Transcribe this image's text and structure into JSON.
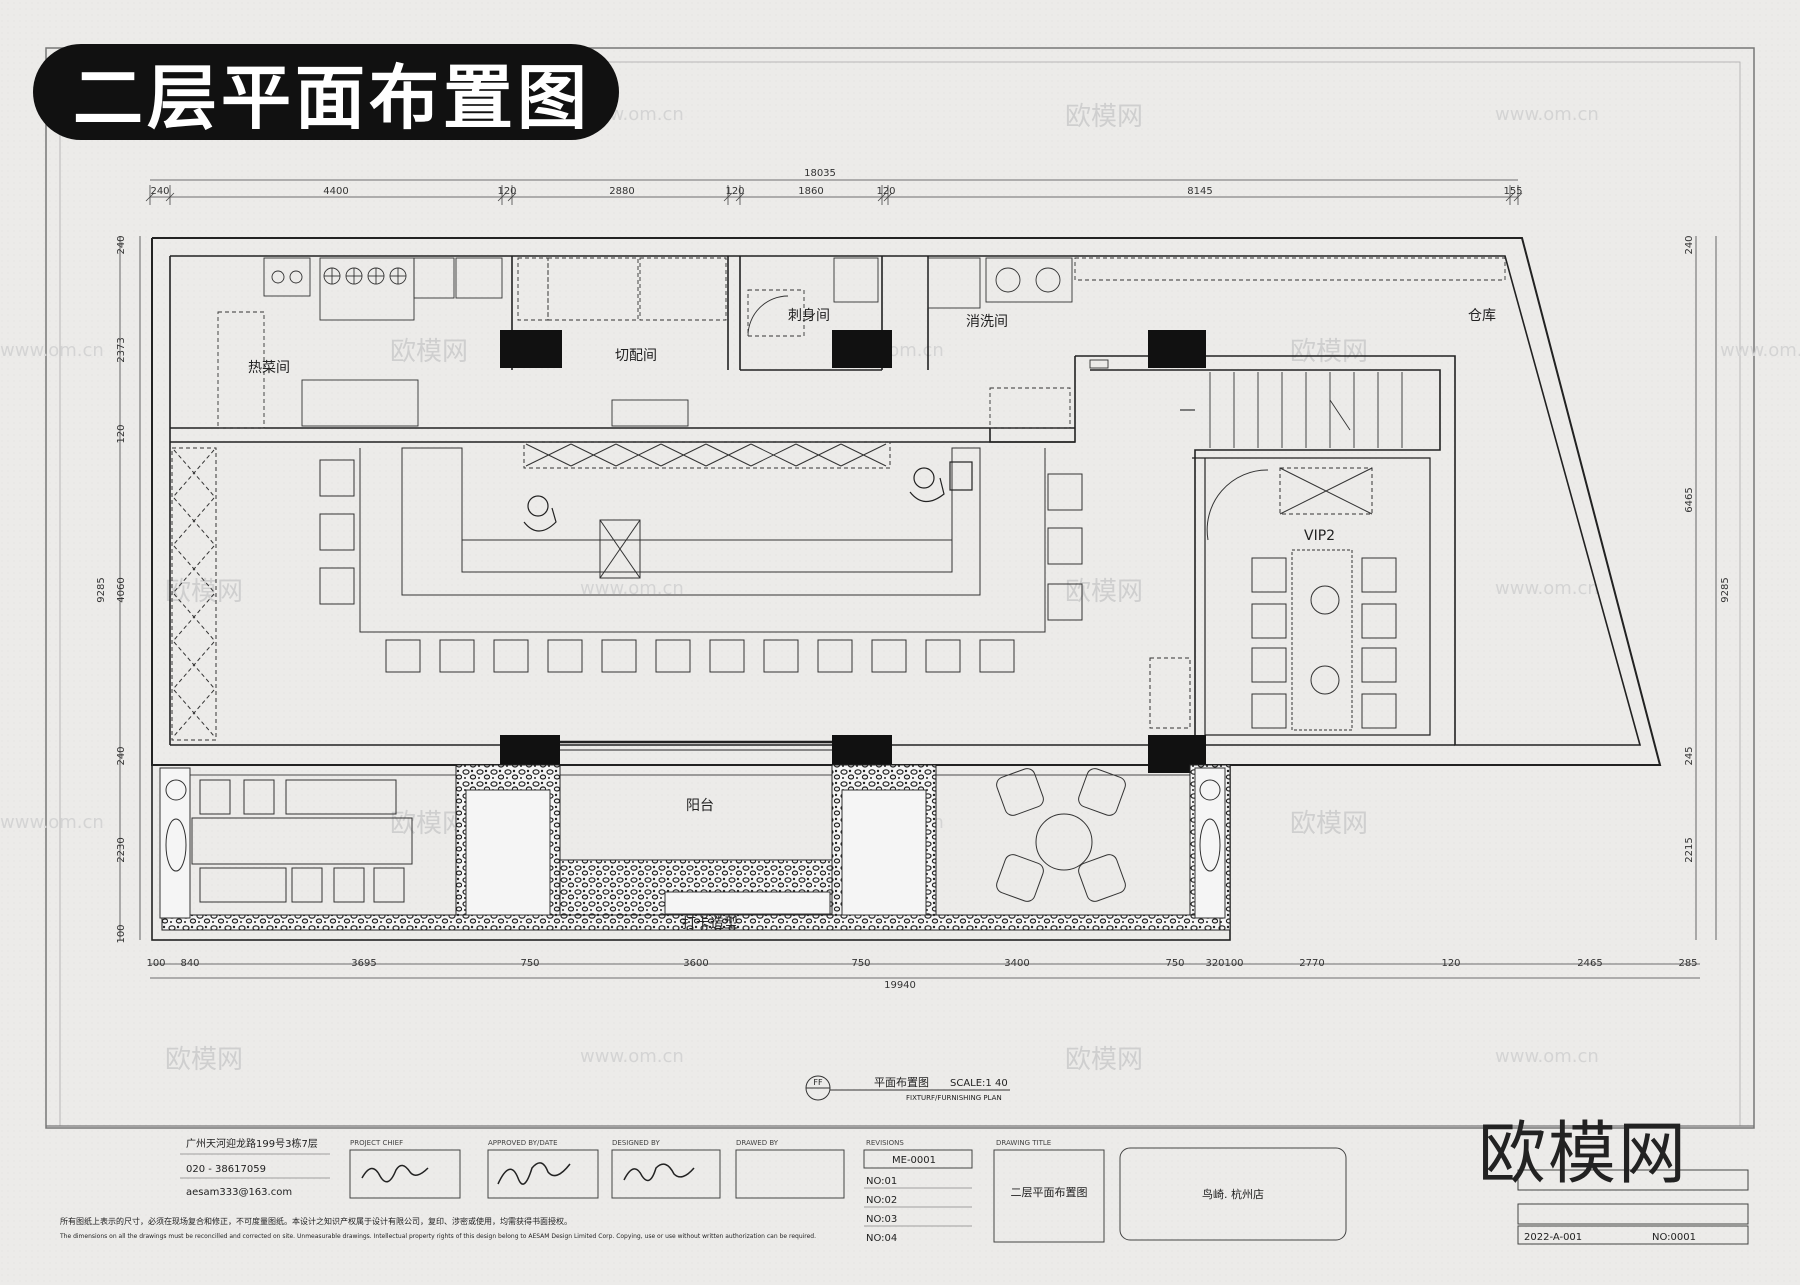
{
  "badge_title": "二层平面布置图",
  "dimensions": {
    "top_total": "18035",
    "top": [
      "240",
      "4400",
      "120",
      "2880",
      "120",
      "1860",
      "120",
      "8145",
      "155"
    ],
    "bottom_total": "19940",
    "bottom": [
      "100",
      "840",
      "3695",
      "750",
      "3600",
      "750",
      "3400",
      "750",
      "320",
      "100",
      "2770",
      "120",
      "2465",
      "285"
    ],
    "left_total": "9285",
    "left": [
      "240",
      "2373",
      "120",
      "4060",
      "240",
      "2230",
      "100"
    ],
    "right_total": "9285",
    "right": [
      "240",
      "6465",
      "245",
      "2215"
    ]
  },
  "rooms": {
    "hot_kitchen": "热菜间",
    "prep_room": "切配间",
    "sashimi_room": "刺身间",
    "wash_room": "消洗间",
    "storage": "仓库",
    "vip2": "VIP2",
    "balcony": "阳台",
    "photo_spot": "打卡造型"
  },
  "plan_caption": {
    "ff": "FF",
    "title": "平面布置图",
    "scale": "SCALE:1 40",
    "subtitle": "FIXTURF/FURNISHING PLAN"
  },
  "title_block": {
    "address": "广州天河迎龙路199号3栋7层",
    "phone": "020 - 38617059",
    "email": "aesam333@163.com",
    "note_cn": "所有图纸上表示的尺寸，必须在现场复合和修正，不可度量图纸。本设计之知识产权属于设计有限公司，复印、涉密或使用，均需获得书面授权。",
    "note_en": "The dimensions on all the drawings must be reconcilled and corrected on site. Unmeasurable drawings. Intellectual property rights of this design belong to AESAM Design Limited Corp. Copying, use or use without written authorization can be required.",
    "project_chief_label": "PROJECT CHIEF",
    "approved_label": "APPROVED BY/DATE",
    "designed_label": "DESIGNED BY",
    "drawed_label": "DRAWED BY",
    "revisions_label": "REVISIONS",
    "drawing_title_label": "DRAWING TITLE",
    "revision_code": "ME-0001",
    "revisions": [
      "NO:01",
      "NO:02",
      "NO:03",
      "NO:04"
    ],
    "drawing_title": "二层平面布置图",
    "project_name": "鸟崎. 杭州店",
    "drawing_no": "2022-A-001",
    "sheet_no": "NO:0001"
  },
  "watermarks": {
    "brand": "欧模网",
    "site": "www.om.cn"
  },
  "brand_logo": "欧模网"
}
